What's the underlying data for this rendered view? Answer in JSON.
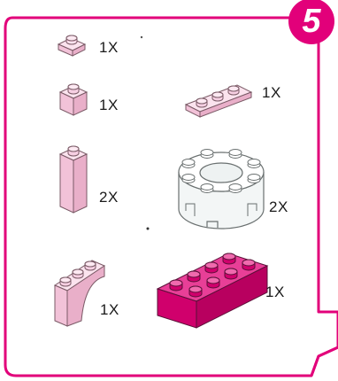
{
  "step": {
    "number": "5",
    "badge_color": "#e2007a"
  },
  "frame": {
    "border_color": "#e2007a",
    "background": "#ffffff"
  },
  "parts": [
    {
      "name": "light-pink-plate-1x1",
      "color": "#f6cfe2",
      "quantity": "1X"
    },
    {
      "name": "light-pink-brick-1x1",
      "color": "#f6cfe2",
      "quantity": "1X"
    },
    {
      "name": "light-pink-plate-1x3",
      "color": "#f6cfe2",
      "quantity": "1X"
    },
    {
      "name": "light-pink-brick-1x1x3",
      "color": "#f6cfe2",
      "quantity": "2X"
    },
    {
      "name": "white-round-brick-4x4",
      "color": "#ffffff",
      "quantity": "2X"
    },
    {
      "name": "light-pink-arch-1x3",
      "color": "#f6cfe2",
      "quantity": "1X"
    },
    {
      "name": "magenta-brick-2x4",
      "color": "#e2007a",
      "quantity": "1X"
    }
  ]
}
